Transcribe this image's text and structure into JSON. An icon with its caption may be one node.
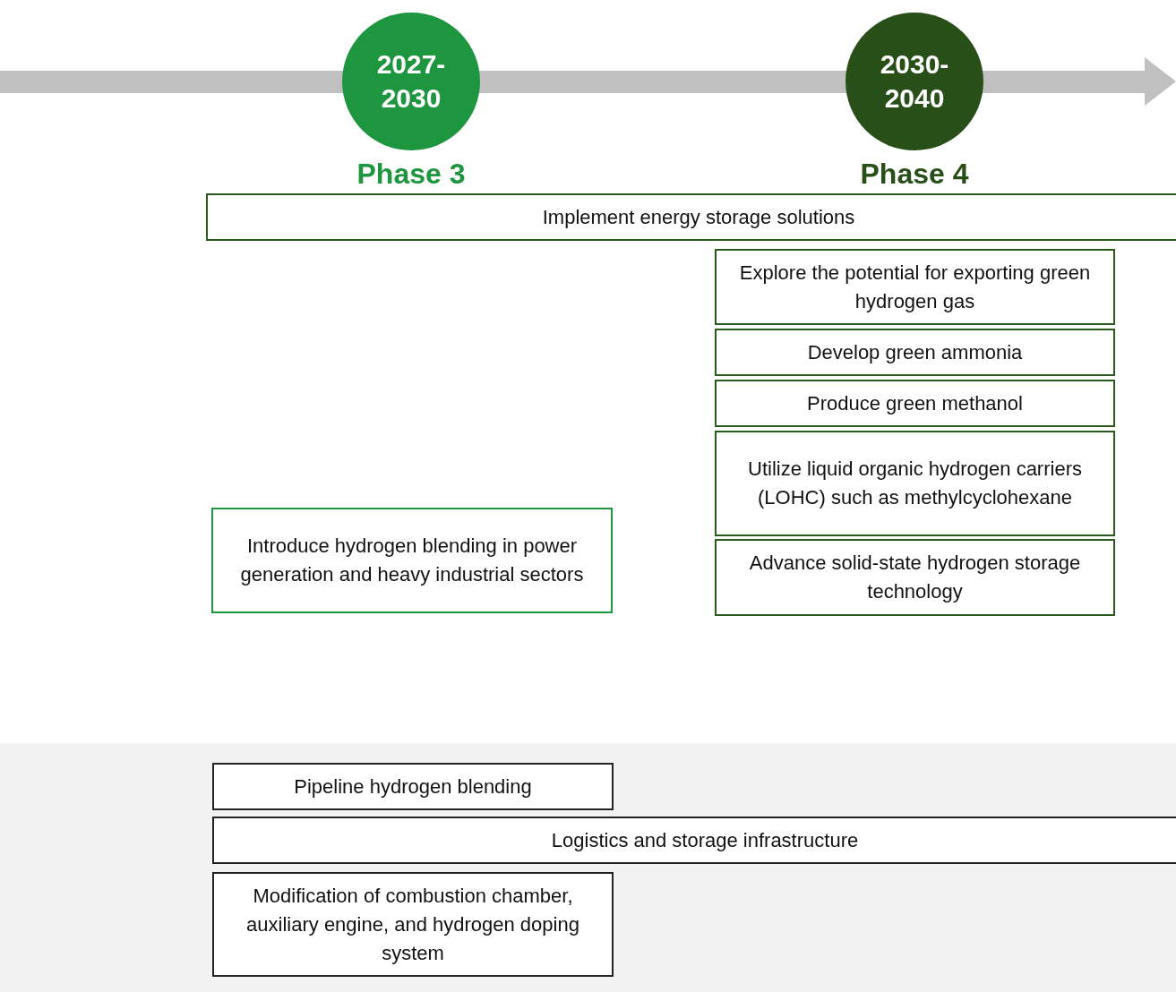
{
  "diagram": {
    "nodes": [
      {
        "text": [
          "2027- 2030",
          "Phase 3"
        ]
      },
      {
        "text": [
          "2030- 2040",
          "Phase 4"
        ]
      },
      {
        "text": [
          "Implement energy storage solutions"
        ]
      },
      {
        "text": [
          "Explore the potential for exporting green hydrogen gas"
        ]
      },
      {
        "text": [
          "Develop green ammonia"
        ]
      },
      {
        "text": [
          "Produce green methanol"
        ]
      },
      {
        "text": [
          "Utilize liquid organic hydrogen carriers (LOHC) such as methylcyclohexane"
        ]
      },
      {
        "text": [
          "Advance solid-state hydrogen storage technology"
        ]
      },
      {
        "text": [
          "Introduce hydrogen blending in power generation and heavy industrial sectors"
        ]
      },
      {
        "text": [],
        "shape": "band"
      },
      {
        "text": [
          "Pipeline hydrogen blending"
        ],
        "in": 9
      },
      {
        "text": [
          "Logistics and storage infrastructure"
        ],
        "in": 9
      },
      {
        "text": [
          "Modification of combustion chamber, auxiliary engine, and hydrogen doping system"
        ],
        "in": 9
      }
    ]
  }
}
